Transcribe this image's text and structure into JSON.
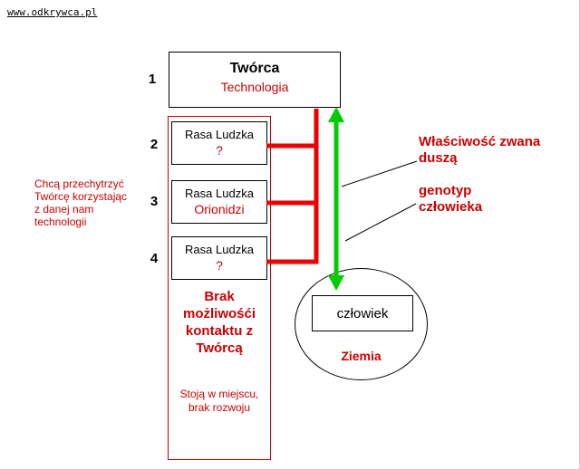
{
  "colors": {
    "red": "#cc0000",
    "line_red": "#ee0000",
    "green": "#00cc00",
    "ink": "#000000",
    "background": "#ffffff"
  },
  "watermark": "www.odkrywca.pl",
  "creator": {
    "number": "1",
    "title": "Twórca",
    "subtitle": "Technologia"
  },
  "races": [
    {
      "number": "2",
      "title": "Rasa Ludzka",
      "subtitle": "?"
    },
    {
      "number": "3",
      "title": "Rasa Ludzka",
      "subtitle": "Orionidzi"
    },
    {
      "number": "4",
      "title": "Rasa Ludzka",
      "subtitle": "?"
    }
  ],
  "left_note": "Chcą przechytrzyć\nTwórcę korzystając\nz danej nam\ntechnologii",
  "quarantine": {
    "heading": "Brak\nmożliwośći\nkontaktu z\nTwórcą",
    "subtext": "Stoją w miejscu,\nbrak rozwoju"
  },
  "arrow_labels": {
    "soul": "Właściwość zwana\nduszą",
    "genotype": "genotyp\nczłowieka"
  },
  "earth": {
    "human": "człowiek",
    "planet": "Ziemia"
  }
}
